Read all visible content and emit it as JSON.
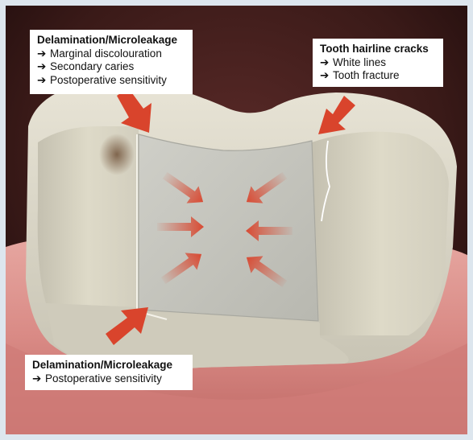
{
  "annotations": {
    "top_left": {
      "title": "Delamination/Microleakage",
      "items": [
        {
          "arrow": "➔",
          "text": "Marginal discolouration"
        },
        {
          "arrow": "➔",
          "text": "Secondary caries"
        },
        {
          "arrow": "➔",
          "text": "Postoperative sensitivity"
        }
      ]
    },
    "top_right": {
      "title": "Tooth hairline cracks",
      "items": [
        {
          "arrow": "➔",
          "text": "White lines"
        },
        {
          "arrow": "➔",
          "text": "Tooth fracture"
        }
      ]
    },
    "bottom_left": {
      "title": "Delamination/Microleakage",
      "items": [
        {
          "arrow": "➔",
          "text": "Postoperative sensitivity"
        }
      ]
    }
  },
  "colors": {
    "arrow_red": "#d9442c",
    "tooth": "#d8d4c4",
    "filling": "#c4c4bc",
    "gum": "#d98a85",
    "background_dark": "#2a1414"
  }
}
